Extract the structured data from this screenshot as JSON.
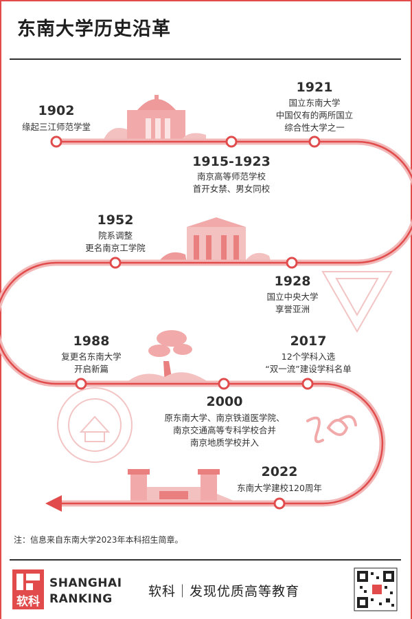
{
  "title": "东南大学历史沿革",
  "milestones": [
    {
      "year": "1902",
      "lines": [
        "缘起三江师范学堂"
      ]
    },
    {
      "year": "1915-1923",
      "lines": [
        "南京高等师范学校",
        "首开女禁、男女同校"
      ]
    },
    {
      "year": "1921",
      "lines": [
        "国立东南大学",
        "中国仅有的两所国立",
        "综合性大学之一"
      ]
    },
    {
      "year": "1952",
      "lines": [
        "院系调整",
        "更名南京工学院"
      ]
    },
    {
      "year": "1928",
      "lines": [
        "国立中央大学",
        "享誉亚洲"
      ]
    },
    {
      "year": "1988",
      "lines": [
        "复更名东南大学",
        "开启新篇"
      ]
    },
    {
      "year": "2017",
      "lines": [
        "12个学科入选",
        "“双一流”建设学科名单"
      ]
    },
    {
      "year": "2000",
      "lines": [
        "原东南大学、南京铁道医学院、",
        "南京交通高等专科学校合并",
        "南京地质学校并入"
      ]
    },
    {
      "year": "2022",
      "lines": [
        "东南大学建校120周年"
      ]
    }
  ],
  "note": "注：信息来自东南大学2023年本科招生简章。",
  "footer": {
    "logo_cn": "软科",
    "brand_line1": "SHANGHAI",
    "brand_line2": "RANKING",
    "slogan": "软科｜发现优质高等教育"
  },
  "colors": {
    "accent": "#e14b4b",
    "light": "#f2b8b8"
  }
}
